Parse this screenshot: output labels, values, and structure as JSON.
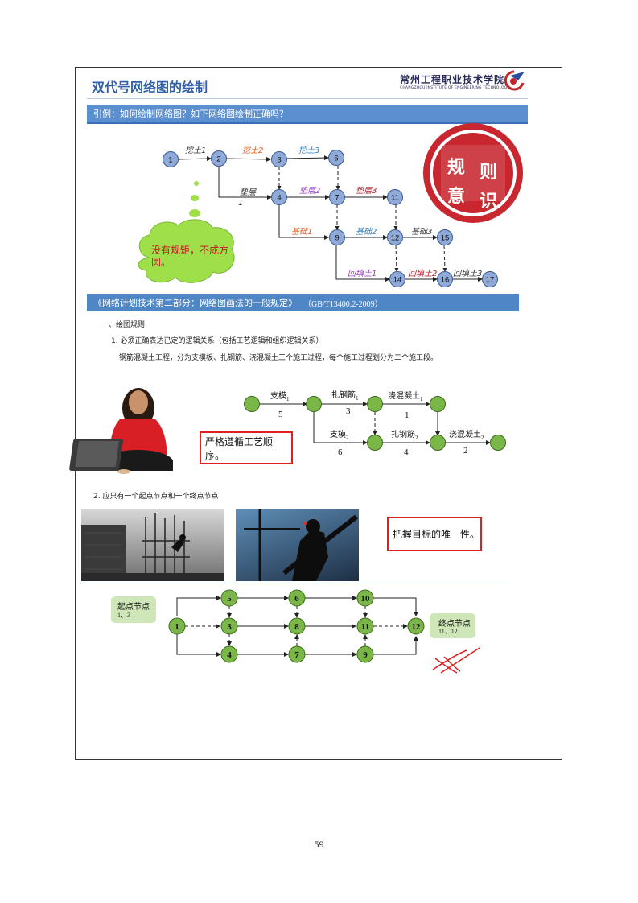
{
  "header": {
    "title": "双代号网络图的绘制",
    "logo_cn": "常州工程职业技术学院",
    "logo_en": "CHANGZHOU INSTITUTE OF ENGINEERING TECHNOLOGY"
  },
  "section1": {
    "banner": "引例：如何绘制网络图？如下网络图绘制正确吗？",
    "cloud_text": "没有规矩，不成方圆。",
    "stamp_chars": [
      "规",
      "则",
      "意",
      "识"
    ],
    "nodes": [
      "1",
      "2",
      "3",
      "6",
      "4",
      "7",
      "11",
      "9",
      "12",
      "15",
      "14",
      "16",
      "17"
    ],
    "arrow_labels": [
      {
        "text": "挖土1",
        "color": "#333333"
      },
      {
        "text": "挖土2",
        "color": "#e05a20"
      },
      {
        "text": "挖土3",
        "color": "#2e7bb8"
      },
      {
        "text": "垫层",
        "color": "#333333"
      },
      {
        "text": "1",
        "color": "#333333"
      },
      {
        "text": "垫层2",
        "color": "#9b3fc0"
      },
      {
        "text": "垫层3",
        "color": "#b0202a"
      },
      {
        "text": "基础1",
        "color": "#e05a20"
      },
      {
        "text": "基础2",
        "color": "#2e7bb8"
      },
      {
        "text": "基础3",
        "color": "#333333"
      },
      {
        "text": "回填土1",
        "color": "#9b3fc0"
      },
      {
        "text": "回填土2",
        "color": "#b0202a"
      },
      {
        "text": "回填土3",
        "color": "#333333"
      }
    ]
  },
  "section2": {
    "banner": "《网络计划技术第二部分：网络图画法的一般规定》",
    "standard": "（GB/T13400.2-2009）",
    "heading": "一、绘图规则",
    "rule1": "1. 必须正确表达已定的逻辑关系（包括工艺逻辑和组织逻辑关系）",
    "rule1_desc": "钢筋混凝土工程，分为支模板、扎钢筋、浇混凝土三个施工过程，每个施工过程划分为二个施工段。",
    "callout1": "严格遵循工艺顺序。",
    "diagram1": {
      "labels": [
        {
          "name": "支模",
          "sub": "1",
          "dur": "5"
        },
        {
          "name": "扎钢筋",
          "sub": "1",
          "dur": "3"
        },
        {
          "name": "浇混凝土",
          "sub": "1",
          "dur": "1"
        },
        {
          "name": "支模",
          "sub": "2",
          "dur": "6"
        },
        {
          "name": "扎钢筋",
          "sub": "2",
          "dur": "4"
        },
        {
          "name": "浇混凝土",
          "sub": "2",
          "dur": "2"
        }
      ]
    },
    "rule2": "2. 应只有一个起点节点和一个终点节点",
    "callout2": "把握目标的唯一性。",
    "diagram2": {
      "nodes": [
        "1",
        "5",
        "3",
        "4",
        "6",
        "8",
        "7",
        "10",
        "11",
        "9",
        "12"
      ],
      "start_box": {
        "title": "起点节点",
        "sub": "1、3"
      },
      "end_box": {
        "title": "终点节点",
        "sub": "11、12"
      }
    }
  },
  "footer": {
    "page": "59"
  },
  "colors": {
    "accent": "#5b8fd0",
    "node_blue": "#8fa9d8",
    "node_green": "#7ab648",
    "alert_red": "#e02020"
  }
}
